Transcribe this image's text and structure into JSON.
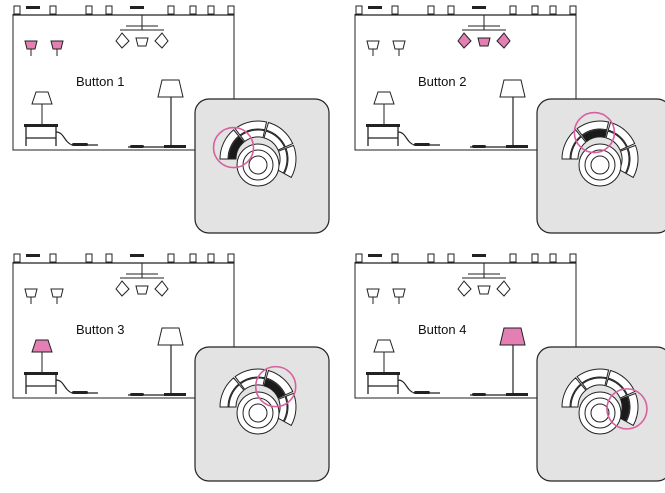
{
  "colors": {
    "accent": "#d9609f",
    "lit_fill": "#e47fb3",
    "keypad_bg": "#e3e3e3",
    "active_segment": "#1a1a1a"
  },
  "panels": [
    {
      "label": "Button 1",
      "active_button": 1,
      "lit": [
        "wall-lamps"
      ]
    },
    {
      "label": "Button 2",
      "active_button": 2,
      "lit": [
        "ceiling-lamp"
      ]
    },
    {
      "label": "Button 3",
      "active_button": 3,
      "lit": [
        "table-lamp"
      ]
    },
    {
      "label": "Button 4",
      "active_button": 4,
      "lit": [
        "floor-lamp"
      ]
    }
  ]
}
